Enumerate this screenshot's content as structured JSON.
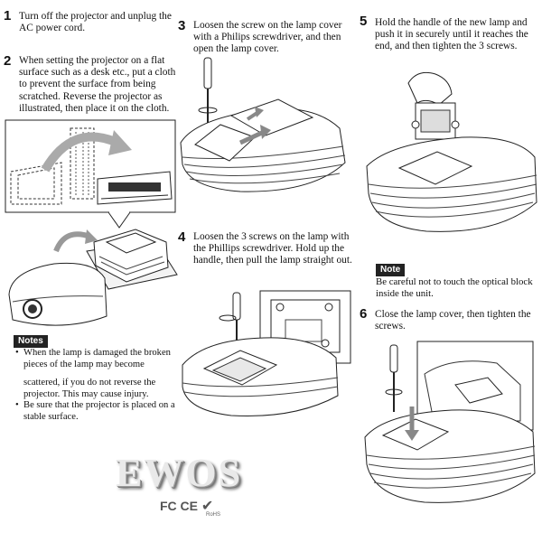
{
  "steps": [
    {
      "num": "1",
      "text": "Turn off the projector and unplug the AC power cord."
    },
    {
      "num": "2",
      "text": "When setting the projector on a flat surface such as a desk etc., put a cloth to prevent the surface from being scratched. Reverse the projector as illustrated, then place it on the cloth."
    },
    {
      "num": "3",
      "text": "Loosen the screw on the lamp cover with a Philips screwdriver, and then open the lamp cover."
    },
    {
      "num": "4",
      "text": "Loosen the 3 screws on the lamp with the Phillips screwdriver. Hold up the handle, then pull the lamp straight out."
    },
    {
      "num": "5",
      "text": "Hold the handle of the new lamp and push it in securely until it reaches the end, and then tighten the 3 screws."
    },
    {
      "num": "6",
      "text": "Close the lamp cover, then tighten the screws."
    }
  ],
  "notes": {
    "label": "Notes",
    "line1": "When the lamp is damaged the broken pieces of the lamp may become",
    "line2": "scattered, if you do not reverse the projector. This may cause injury.",
    "line3": "Be sure that the projector is placed on a stable surface."
  },
  "note": {
    "label": "Note",
    "text": "Be careful not to touch the optical block inside the unit."
  },
  "logo": {
    "text": "EWOS",
    "marks": "FC CE",
    "rohs": "RoHS"
  }
}
